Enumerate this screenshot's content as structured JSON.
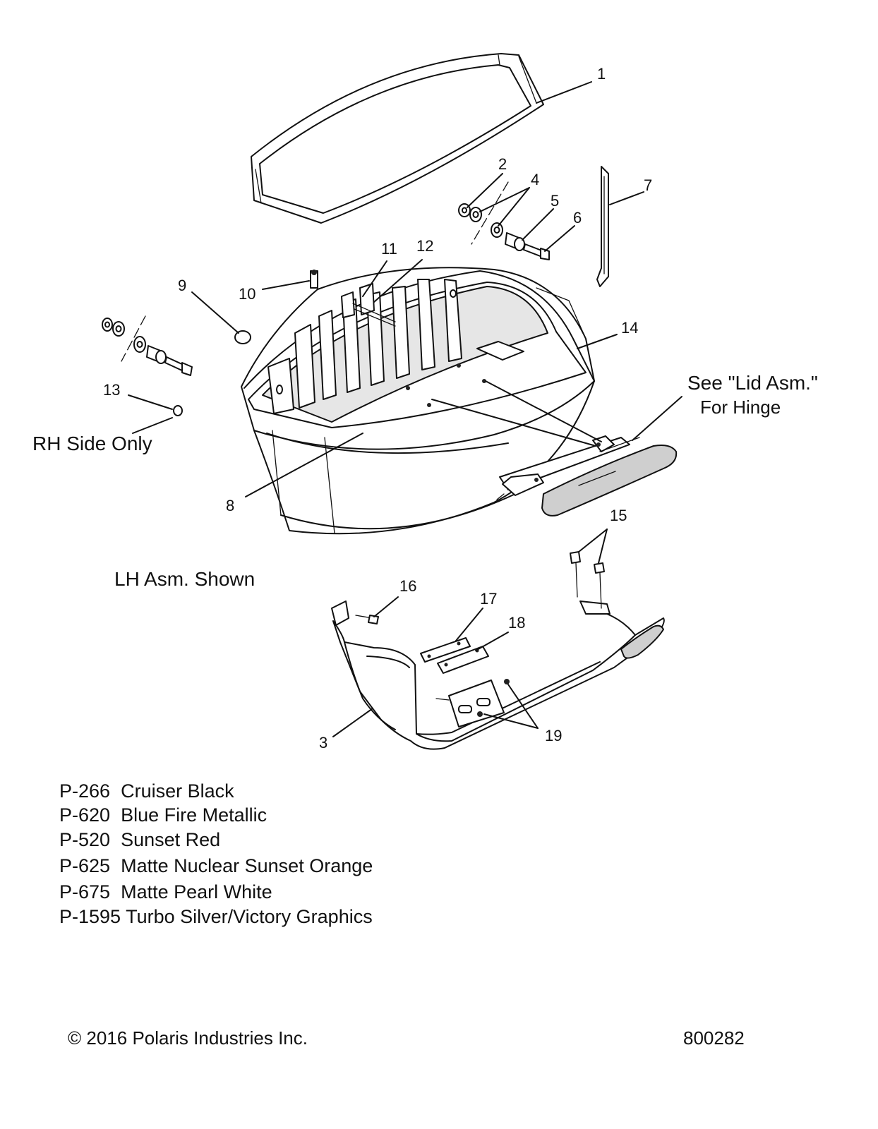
{
  "callouts": [
    "1",
    "2",
    "3",
    "4",
    "5",
    "6",
    "7",
    "8",
    "9",
    "10",
    "11",
    "12",
    "13",
    "14",
    "15",
    "16",
    "17",
    "18",
    "19"
  ],
  "notes": {
    "lid_ref_line1": "See \"Lid Asm.\"",
    "lid_ref_line2": "For Hinge",
    "rh_side": "RH Side Only",
    "lh_shown": "LH Asm. Shown"
  },
  "paint_codes": [
    {
      "code": "P-266",
      "name": "Cruiser Black"
    },
    {
      "code": "P-620",
      "name": "Blue Fire Metallic"
    },
    {
      "code": "P-520",
      "name": "Sunset Red"
    },
    {
      "code": "P-625",
      "name": "Matte Nuclear Sunset Orange"
    },
    {
      "code": "P-675",
      "name": "Matte Pearl White"
    },
    {
      "code": "P-1595",
      "name": "Turbo Silver/Victory Graphics"
    }
  ],
  "footer": {
    "copyright": "© 2016 Polaris Industries Inc.",
    "diagram_number": "800282"
  }
}
